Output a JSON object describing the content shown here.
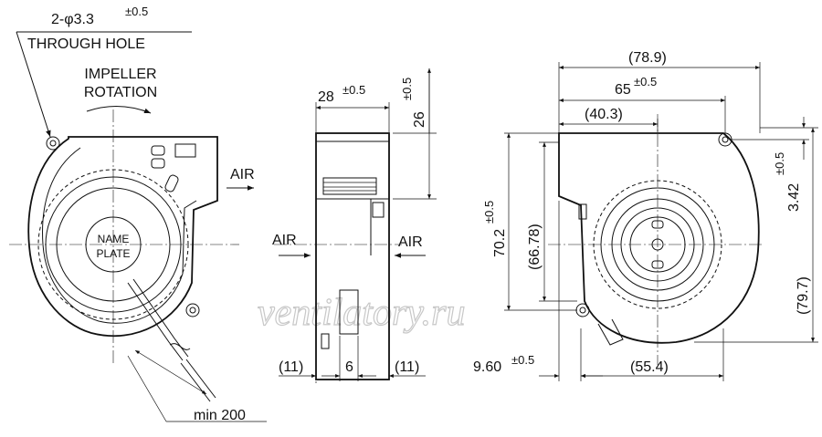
{
  "labels": {
    "hole_spec": "2-φ3.3",
    "hole_tol": "±0.5",
    "through_hole": "THROUGH HOLE",
    "impeller_1": "IMPELLER",
    "impeller_2": "ROTATION",
    "air": "AIR",
    "name_1": "NAME",
    "name_2": "PLATE",
    "min_len": "min 200",
    "watermark": "ventilatory.ru"
  },
  "dims": {
    "d28": "28",
    "d28_tol": "±0.5",
    "d26": "26",
    "d26_tol": "±0.5",
    "d11": "(11)",
    "d6": "6",
    "d789": "(78.9)",
    "d65": "65",
    "d65_tol": "±0.5",
    "d403": "(40.3)",
    "d702": "70.2",
    "d702_tol": "±0.5",
    "d6678": "(66.78)",
    "d342": "3.42",
    "d342_tol": "±0.5",
    "d797": "(79.7)",
    "d960": "9.60",
    "d960_tol": "±0.5",
    "d554": "(55.4)"
  }
}
